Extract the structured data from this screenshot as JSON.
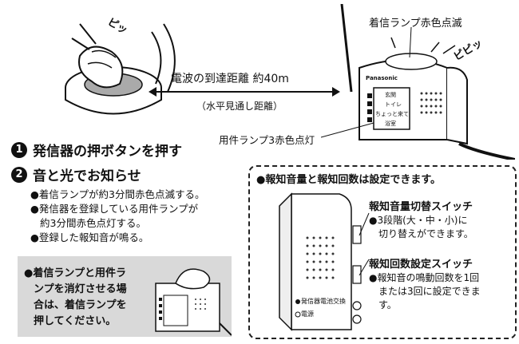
{
  "beep_left": "ピッ",
  "beep_right": "ピピッ",
  "distance_label": "電波の到達距離 約40m",
  "distance_note": "（水平見通し距離）",
  "incoming_lamp_label": "着信ランプ赤色点滅",
  "task_lamp_label": "用件ランプ3赤色点灯",
  "step1": {
    "num": "1",
    "text": "発信器の押ボタンを押す"
  },
  "step2": {
    "num": "2",
    "text": "音と光でお知らせ"
  },
  "step2_bullets": [
    "●着信ランプが約3分間赤色点滅する。",
    "●発信器を登録している用件ランプが",
    "約3分間赤色点灯する。",
    "●登録した報知音が鳴る。"
  ],
  "note_lines": [
    "●着信ランプと用件ラ",
    "ンプを消灯させる場",
    "合は、着信ランプを",
    "押してください。"
  ],
  "settings": {
    "title": "●報知音量と報知回数は設定できます。",
    "volume_title": "報知音量切替スイッチ",
    "volume_desc": [
      "●3段階(大・中・小)に",
      "切り替えができます。"
    ],
    "count_title": "報知回数設定スイッチ",
    "count_desc": [
      "●報知音の鳴動回数を1回",
      "または3回に設定できま",
      "す。"
    ]
  },
  "receiver": {
    "brand": "Panasonic",
    "buttons": [
      "玄関",
      "トイレ",
      "ちょっと来て",
      "浴室"
    ],
    "footer_labels": [
      "発信器電池交換",
      "電源"
    ]
  }
}
